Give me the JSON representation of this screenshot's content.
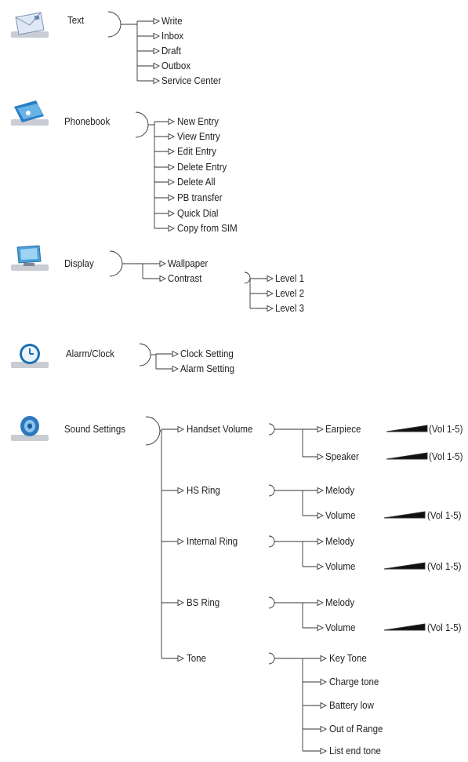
{
  "menus": {
    "text": {
      "title": "Text",
      "icon": "envelope-icon",
      "items": [
        "Write",
        "Inbox",
        "Draft",
        "Outbox",
        "Service Center"
      ]
    },
    "phonebook": {
      "title": "Phonebook",
      "icon": "phonebook-card-icon",
      "items": [
        "New Entry",
        "View Entry",
        "Edit Entry",
        "Delete Entry",
        "Delete All",
        "PB transfer",
        "Quick Dial",
        "Copy from SIM"
      ]
    },
    "display": {
      "title": "Display",
      "icon": "monitor-icon",
      "items": [
        "Wallpaper",
        "Contrast"
      ],
      "contrast_levels": [
        "Level 1",
        "Level 2",
        "Level 3"
      ]
    },
    "alarm": {
      "title": "Alarm/Clock",
      "icon": "clock-icon",
      "items": [
        "Clock Setting",
        "Alarm Setting"
      ]
    },
    "sound": {
      "title": "Sound Settings",
      "icon": "speaker-icon",
      "handset_volume": {
        "label": "Handset Volume",
        "items": [
          "Earpiece",
          "Speaker"
        ],
        "vol": [
          "(Vol 1-5)",
          "(Vol 1-5)"
        ]
      },
      "hs_ring": {
        "label": "HS Ring",
        "items": [
          "Melody",
          "Volume"
        ],
        "vol": "(Vol 1-5)"
      },
      "internal_ring": {
        "label": "Internal Ring",
        "items": [
          "Melody",
          "Volume"
        ],
        "vol": "(Vol 1-5)"
      },
      "bs_ring": {
        "label": "BS Ring",
        "items": [
          "Melody",
          "Volume"
        ],
        "vol": "(Vol 1-5)"
      },
      "tone": {
        "label": "Tone",
        "items": [
          "Key Tone",
          "Charge tone",
          "Battery low",
          "Out of Range",
          "List end tone"
        ]
      }
    }
  }
}
